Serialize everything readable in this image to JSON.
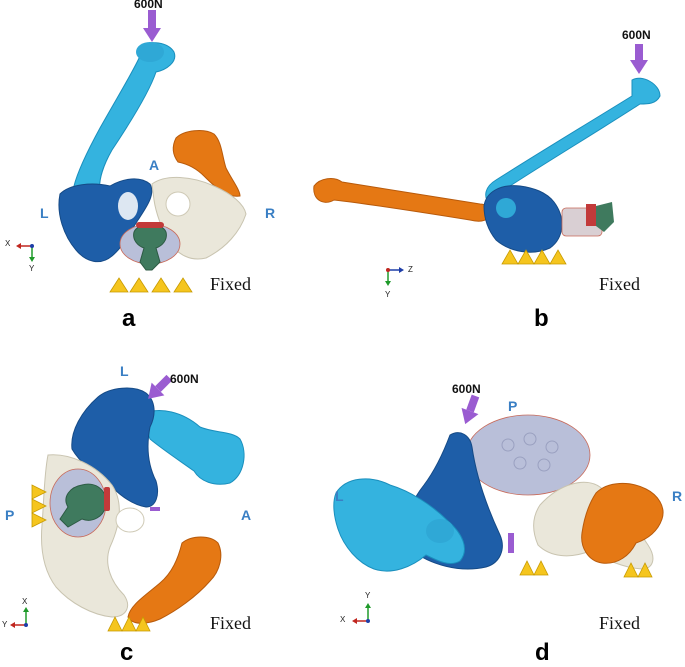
{
  "colors": {
    "sky_blue": "#34b3df",
    "navy": "#1e5ea8",
    "orange": "#e57814",
    "cream": "#eae7da",
    "arrow_purple": "#9a5cd1",
    "triangle_yellow": "#f5c51e",
    "vertebra_green": "#3f7a5e",
    "disc_lavender": "#b9bfd9",
    "label_blue": "#3a7fc4"
  },
  "icons": {
    "force_arrow": "force-arrow-icon",
    "boundary_constraint": "boundary-triangle-icon",
    "axis_triad": "axis-triad-icon"
  },
  "panels": [
    {
      "id": "a",
      "label": "a",
      "force": "600N",
      "fixed_label": "Fixed",
      "direction_labels": [
        "L",
        "A",
        "R"
      ],
      "axes": [
        "X",
        "Y"
      ]
    },
    {
      "id": "b",
      "label": "b",
      "force": "600N",
      "fixed_label": "Fixed",
      "direction_labels": [],
      "axes": [
        "Z",
        "Y"
      ]
    },
    {
      "id": "c",
      "label": "c",
      "force": "600N",
      "fixed_label": "Fixed",
      "direction_labels": [
        "L",
        "P",
        "A"
      ],
      "axes": [
        "Y",
        "X"
      ]
    },
    {
      "id": "d",
      "label": "d",
      "force": "600N",
      "fixed_label": "Fixed",
      "direction_labels": [
        "P",
        "L",
        "R"
      ],
      "axes": [
        "X",
        "Y"
      ]
    }
  ]
}
